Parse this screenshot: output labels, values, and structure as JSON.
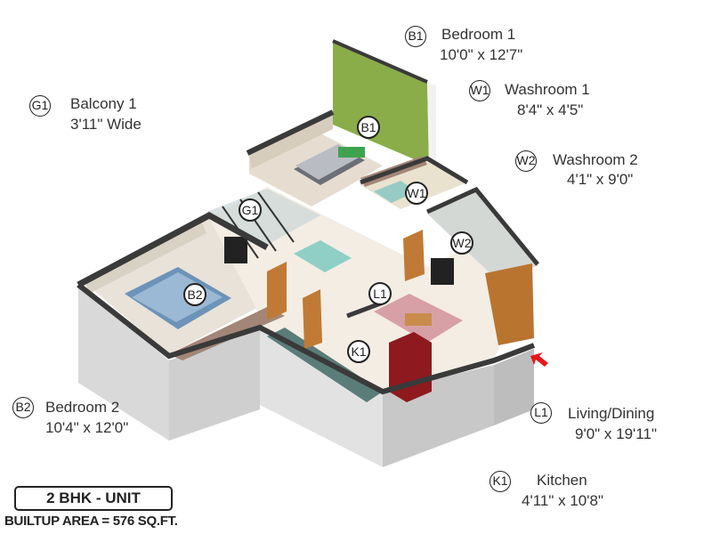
{
  "title": "2 BHK - UNIT",
  "builtup_area": "BUILTUP AREA = 576 SQ.FT.",
  "rooms": [
    {
      "code": "B1",
      "name": "Bedroom 1",
      "size": "10'0\" x 12'7\""
    },
    {
      "code": "W1",
      "name": "Washroom 1",
      "size": "8'4\" x 4'5\""
    },
    {
      "code": "W2",
      "name": "Washroom 2",
      "size": "4'1\" x 9'0\""
    },
    {
      "code": "G1",
      "name": "Balcony 1",
      "size": "3'11\" Wide"
    },
    {
      "code": "B2",
      "name": "Bedroom 2",
      "size": "10'4\" x 12'0\""
    },
    {
      "code": "L1",
      "name": "Living/Dining",
      "size": "9'0\" x 19'11\""
    },
    {
      "code": "K1",
      "name": "Kitchen",
      "size": "4'11\" x 10'8\""
    }
  ],
  "colors": {
    "accent_wall": "#8aad4a",
    "wall_top": "#3a3a3a",
    "floor": "#f3ede4",
    "door": "#c07a35",
    "fridge": "#8e1a1f",
    "entry_arrow": "#e8161b"
  }
}
